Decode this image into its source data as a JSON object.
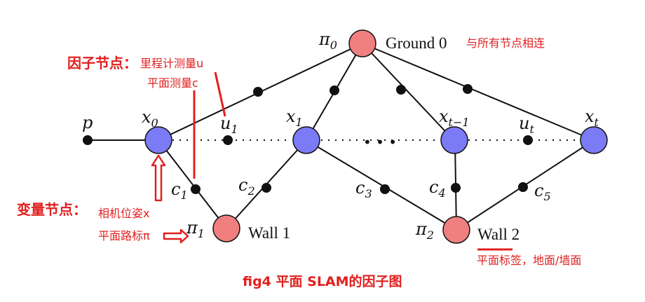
{
  "nodes": {
    "pi0": {
      "label": "π",
      "sub": "0"
    },
    "ground": {
      "label": "Ground 0"
    },
    "p": {
      "label": "p"
    },
    "x0": {
      "label": "x",
      "sub": "0"
    },
    "x1": {
      "label": "x",
      "sub": "1"
    },
    "xt1": {
      "label": "x",
      "sub": "t−1"
    },
    "xt": {
      "label": "x",
      "sub": "t"
    },
    "u1": {
      "label": "u",
      "sub": "1"
    },
    "ut": {
      "label": "u",
      "sub": "t"
    },
    "ellipsis": "• • •",
    "c1": {
      "label": "c",
      "sub": "1"
    },
    "c2": {
      "label": "c",
      "sub": "2"
    },
    "c3": {
      "label": "c",
      "sub": "3"
    },
    "c4": {
      "label": "c",
      "sub": "4"
    },
    "c5": {
      "label": "c",
      "sub": "5"
    },
    "pi1": {
      "label": "π",
      "sub": "1"
    },
    "wall1": {
      "label": "Wall 1"
    },
    "pi2": {
      "label": "π",
      "sub": "2"
    },
    "wall2": {
      "label": "Wall 2"
    }
  },
  "annotations": {
    "ground_note": "与所有节点相连",
    "factor_title": "因子节点：",
    "factor_line1": "里程计测量u",
    "factor_line2": "平面测量c",
    "variable_title": "变量节点：",
    "variable_line1": "相机位姿x",
    "variable_line2": "平面路标π",
    "label_note": "平面标签，地面/墙面",
    "caption": "fig4 平面 SLAM的因子图"
  },
  "colors": {
    "pose_fill": "#7b7bf5",
    "landmark_fill": "#f08080",
    "annotation_red": "#e0201f",
    "edge": "#111111"
  }
}
